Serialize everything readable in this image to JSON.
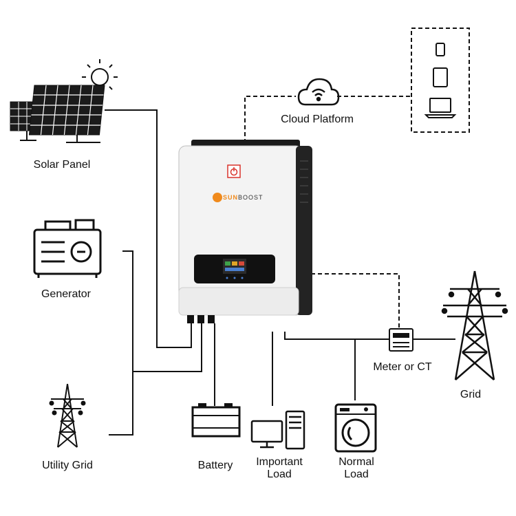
{
  "labels": {
    "solar_panel": "Solar Panel",
    "generator": "Generator",
    "utility_grid": "Utility Grid",
    "cloud_platform": "Cloud Platform",
    "meter_or_ct": "Meter or CT",
    "grid": "Grid",
    "battery": "Battery",
    "important_load_1": "Important",
    "important_load_2": "Load",
    "normal_load_1": "Normal",
    "normal_load_2": "Load"
  },
  "inverter": {
    "brand_prefix": "SUN",
    "brand_suffix": "BOOST"
  },
  "colors": {
    "line": "#111111",
    "brand_orange": "#f08a1c",
    "power_button_red": "#d9332b",
    "inverter_body": "#f4f4f4",
    "inverter_side": "#1e1e1e"
  },
  "icons": [
    "sun-icon",
    "solar-panel-icon",
    "generator-icon",
    "utility-grid-tower-icon",
    "cloud-wifi-icon",
    "phone-icon",
    "tablet-icon",
    "laptop-icon",
    "inverter-image",
    "meter-icon",
    "grid-tower-icon",
    "battery-icon",
    "computer-icon",
    "washing-machine-icon"
  ]
}
